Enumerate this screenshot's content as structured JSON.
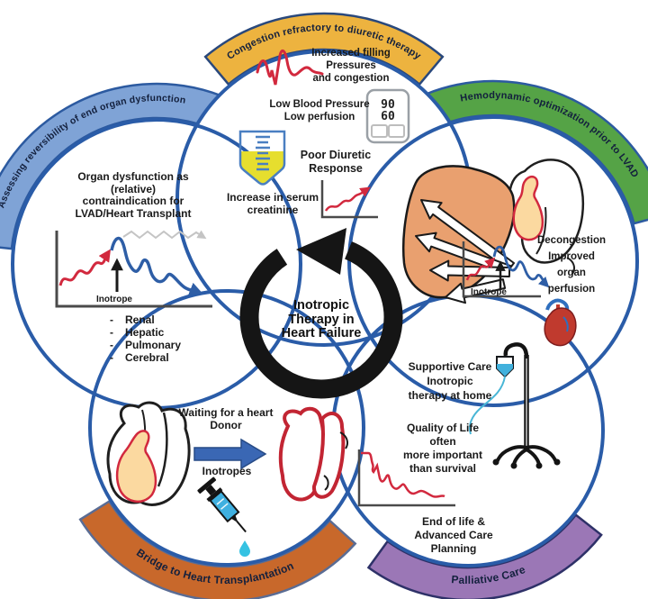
{
  "center": {
    "title": "Inotropic\nTherapy in\nHeart Failure"
  },
  "banners": {
    "top": {
      "label": "Congestion refractory to diuretic therapy",
      "color": "#EDB33F"
    },
    "left": {
      "label": "Assessing reversibility of end organ dysfunction",
      "color": "#7FA3D6"
    },
    "right": {
      "label": "Hemodynamic optimization prior to LVAD",
      "color": "#55A346"
    },
    "bottom_left": {
      "label": "Bridge to Heart Transplantation",
      "color": "#C8682B"
    },
    "bottom_right": {
      "label": "Palliative Care",
      "color": "#9B77B6"
    }
  },
  "top_circle": {
    "increased_filling": "Increased filling\nPressures\nand congestion",
    "low_bp": "Low Blood Pressure\nLow perfusion",
    "bp_monitor": {
      "systolic": "90",
      "diastolic": "60"
    },
    "poor_diuretic": "Poor Diuretic\nResponse",
    "serum_creatinine": "Increase in serum\ncreatinine"
  },
  "left_circle": {
    "heading": "Organ dysfunction as\n(relative)\ncontraindication for\nLVAD/Heart Transplant",
    "chart_label": "Inotrope",
    "bullet": "-",
    "organs": [
      "Renal",
      "Hepatic",
      "Pulmonary",
      "Cerebral"
    ]
  },
  "right_circle": {
    "decongestion": "Decongestion\nImproved organ\nperfusion",
    "chart_label": "Inotrope"
  },
  "bottom_left_circle": {
    "waiting": "Waiting for a heart\nDonor",
    "inotropes": "Inotropes"
  },
  "bottom_right_circle": {
    "supportive": "Supportive Care\nInotropic\ntherapy at home",
    "quality": "Quality of Life\noften\nmore important\nthan survival",
    "end_of_life": "End of life &\nAdvanced Care\nPlanning"
  },
  "palette": {
    "circle_border": "#2A5CA8",
    "red_line": "#D2293E",
    "blue_line": "#2E5EA6",
    "cycle_arrow": "#151515",
    "urine_yellow": "#E6DE2E",
    "liver_orange": "#E9A06F"
  }
}
